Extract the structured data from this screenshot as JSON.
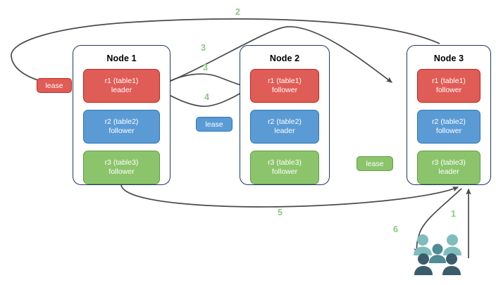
{
  "diagram": {
    "title": "Raft replica lease / request routing diagram",
    "colors": {
      "red": "#e05c56",
      "red_border": "#c0251c",
      "blue": "#5b9bd5",
      "blue_border": "#2e75b6",
      "green": "#8cc46c",
      "green_border": "#5f9f45",
      "node_border": "#1f3864",
      "arrow": "#4a4a4a",
      "step_label": "#8bc97f",
      "user_light": "#7fbdbd",
      "user_mid": "#4f8c93",
      "user_dark": "#3a5c6b"
    },
    "nodes": [
      {
        "title": "Node 1",
        "replicas": [
          {
            "name": "r1 (table1)",
            "role": "leader",
            "color": "red"
          },
          {
            "name": "r2 (table2)",
            "role": "follower",
            "color": "blue"
          },
          {
            "name": "r3 (table3)",
            "role": "follower",
            "color": "green"
          }
        ]
      },
      {
        "title": "Node 2",
        "replicas": [
          {
            "name": "r1 (table1)",
            "role": "follower",
            "color": "red"
          },
          {
            "name": "r2 (table2)",
            "role": "leader",
            "color": "blue"
          },
          {
            "name": "r3 (table3)",
            "role": "follower",
            "color": "green"
          }
        ]
      },
      {
        "title": "Node 3",
        "replicas": [
          {
            "name": "r1 (table1)",
            "role": "follower",
            "color": "red"
          },
          {
            "name": "r2 (table2)",
            "role": "follower",
            "color": "blue"
          },
          {
            "name": "r3 (table3)",
            "role": "leader",
            "color": "green"
          }
        ]
      }
    ],
    "leases": [
      {
        "label": "lease",
        "color": "red"
      },
      {
        "label": "lease",
        "color": "blue"
      },
      {
        "label": "lease",
        "color": "green"
      }
    ],
    "steps": [
      {
        "label": "1"
      },
      {
        "label": "2"
      },
      {
        "label": "3"
      },
      {
        "label": "3"
      },
      {
        "label": "4"
      },
      {
        "label": "5"
      },
      {
        "label": "6"
      }
    ],
    "users_icon": "users-group-icon"
  }
}
